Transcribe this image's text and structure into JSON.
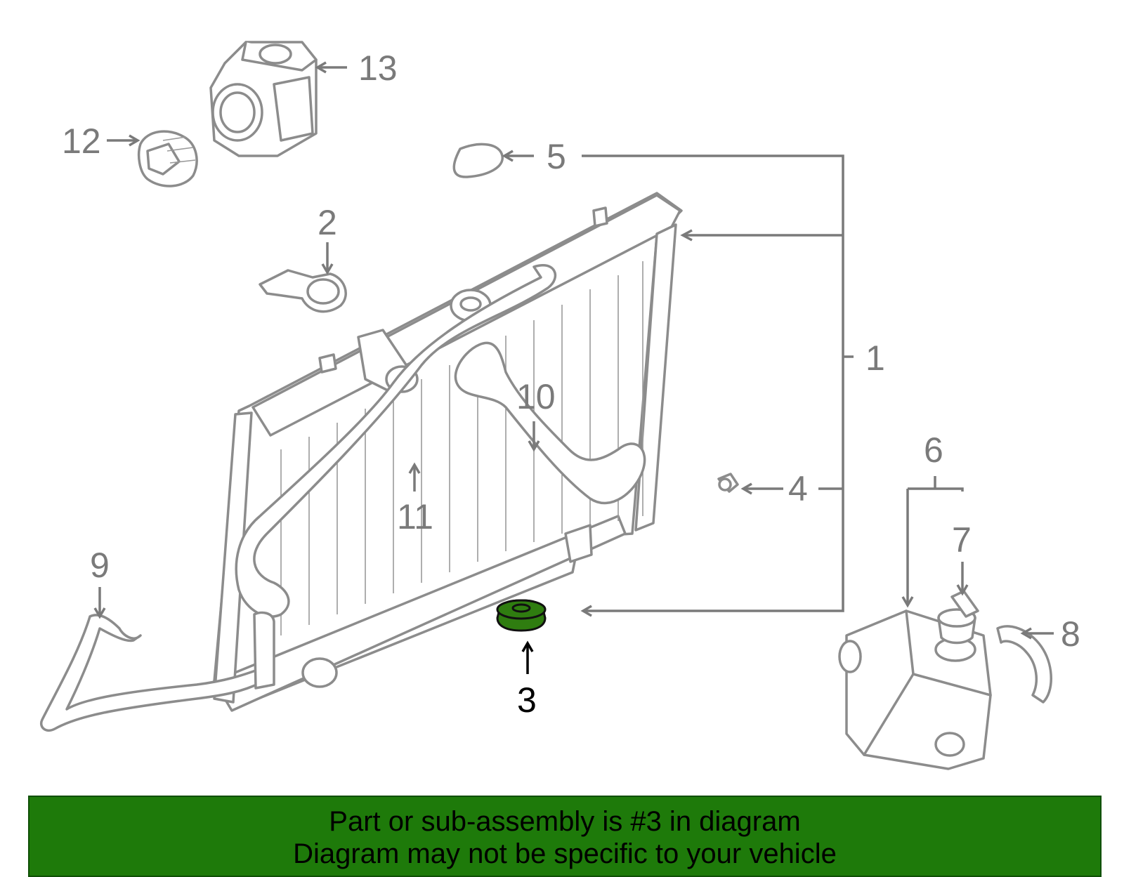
{
  "diagram": {
    "callouts": [
      {
        "number": "1",
        "name": "radiator-assembly"
      },
      {
        "number": "2",
        "name": "cap-bracket"
      },
      {
        "number": "3",
        "name": "mount-cushion",
        "highlighted": true
      },
      {
        "number": "4",
        "name": "drain-plug"
      },
      {
        "number": "5",
        "name": "small-cap"
      },
      {
        "number": "6",
        "name": "reservoir-tank"
      },
      {
        "number": "7",
        "name": "reservoir-cap"
      },
      {
        "number": "8",
        "name": "overflow-hose"
      },
      {
        "number": "9",
        "name": "lower-hose"
      },
      {
        "number": "10",
        "name": "upper-hose"
      },
      {
        "number": "11",
        "name": "inlet-hose"
      },
      {
        "number": "12",
        "name": "thermostat"
      },
      {
        "number": "13",
        "name": "thermostat-housing"
      }
    ],
    "colors": {
      "line": "#8c8c8c",
      "label": "#7a7a7a",
      "highlight": "#2f7d10",
      "banner": "#1e7a0a"
    }
  },
  "banner": {
    "line1": "Part or sub-assembly is #3 in diagram",
    "line2": "Diagram may not be specific to your vehicle"
  }
}
